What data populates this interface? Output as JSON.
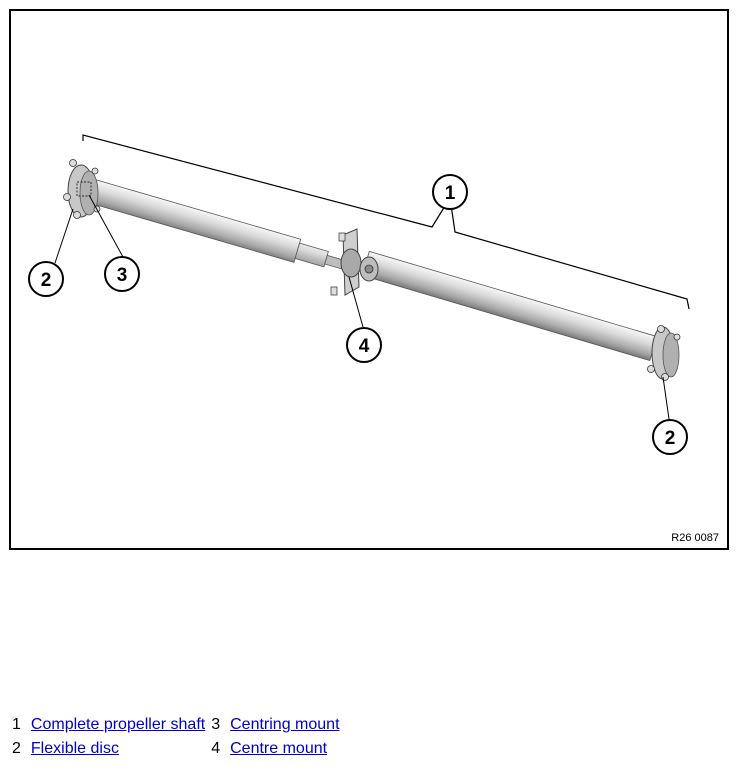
{
  "figure": {
    "reference": "R26 0087",
    "callouts": {
      "c1": "1",
      "c2a": "2",
      "c2b": "2",
      "c3": "3",
      "c4": "4"
    }
  },
  "legend": [
    {
      "number": "1",
      "label": "Complete propeller shaft"
    },
    {
      "number": "3",
      "label": "Centring mount"
    },
    {
      "number": "2",
      "label": "Flexible disc"
    },
    {
      "number": "4",
      "label": "Centre mount"
    }
  ],
  "colors": {
    "link": "#0000cc",
    "border": "#000000"
  }
}
